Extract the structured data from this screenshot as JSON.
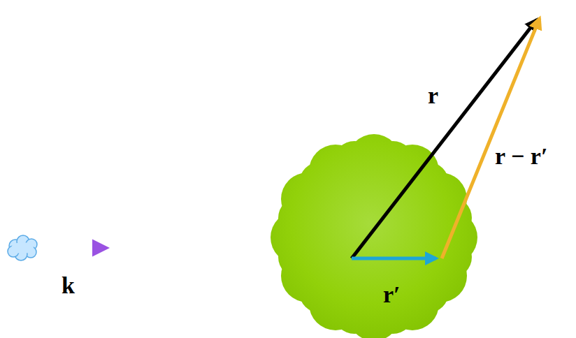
{
  "diagram": {
    "labels": [
      "k",
      "r",
      "r − r′",
      "r′"
    ]
  }
}
